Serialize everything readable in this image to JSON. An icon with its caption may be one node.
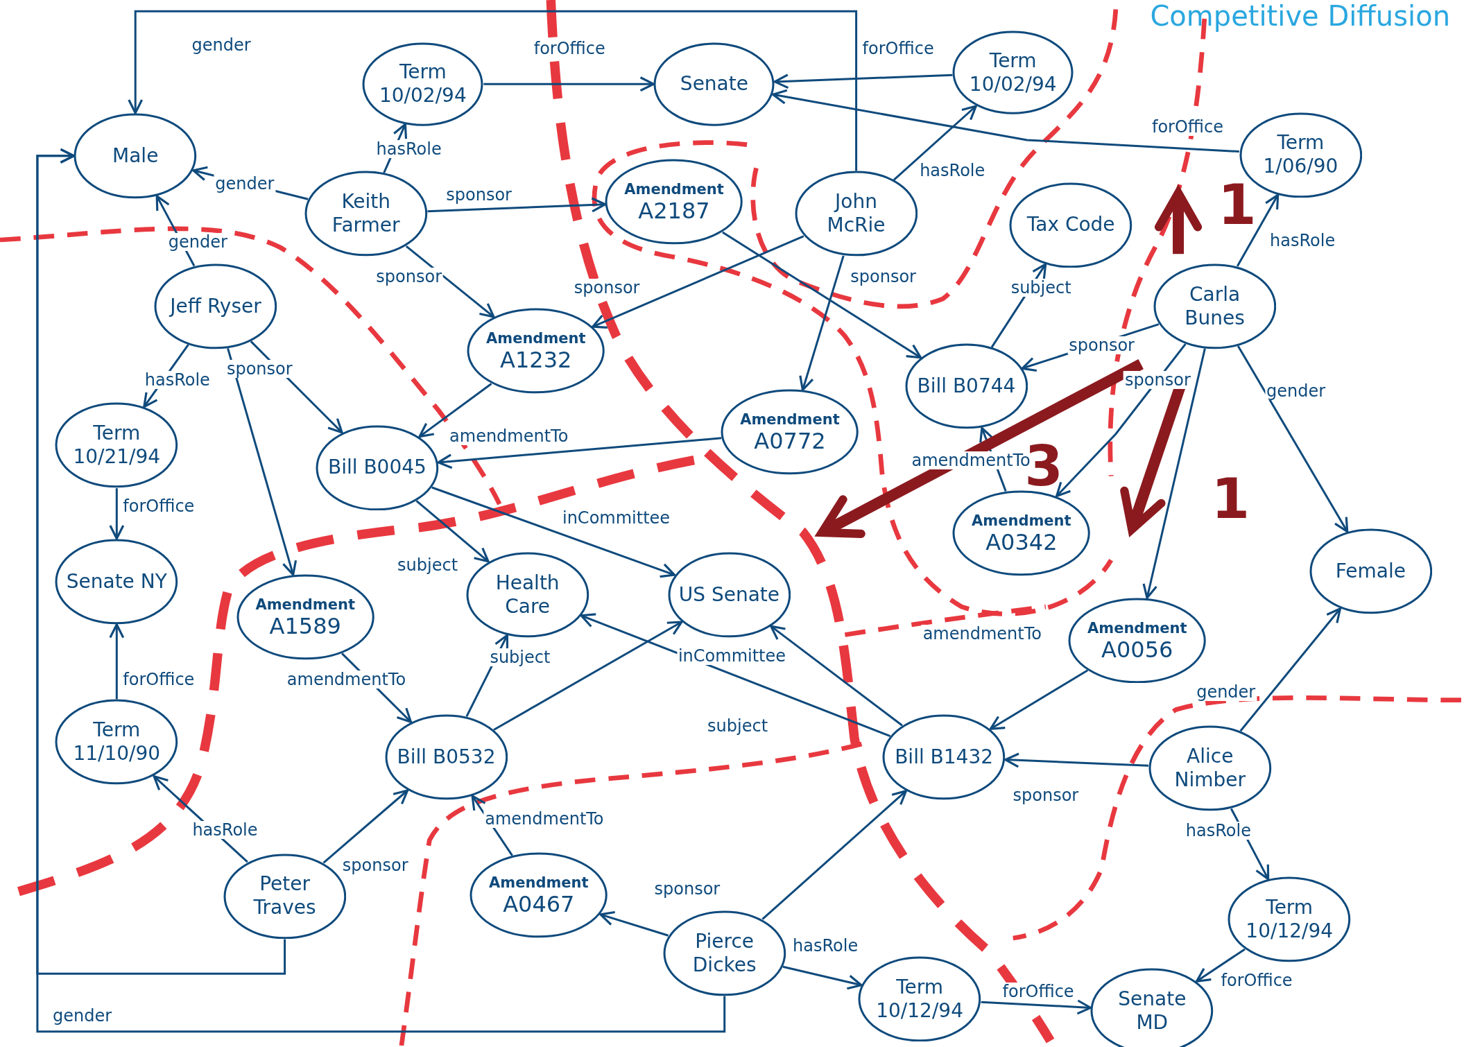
{
  "diagram": {
    "title": "Competitive Diffusion",
    "nodes": [
      {
        "text": [
          "Male"
        ]
      },
      {
        "text": [
          "Term 10/02/94"
        ]
      },
      {
        "text": [
          "Senate"
        ]
      },
      {
        "text": [
          "Term 10/02/94"
        ]
      },
      {
        "text": [
          "Term 1/06/90"
        ]
      },
      {
        "text": [
          "Keith Farmer"
        ]
      },
      {
        "text": [
          "Amendment",
          "A2187"
        ]
      },
      {
        "text": [
          "John McRie"
        ]
      },
      {
        "text": [
          "Tax Code"
        ]
      },
      {
        "text": [
          "Jeff Ryser"
        ]
      },
      {
        "text": [
          "Carla Bunes"
        ]
      },
      {
        "text": [
          "Amendment",
          "A1232"
        ]
      },
      {
        "text": [
          "Bill B0744"
        ]
      },
      {
        "text": [
          "Term 10/21/94"
        ]
      },
      {
        "text": [
          "Bill B0045"
        ]
      },
      {
        "text": [
          "Amendment",
          "A0772"
        ]
      },
      {
        "text": [
          "Amendment",
          "A0342"
        ]
      },
      {
        "text": [
          "Senate NY"
        ]
      },
      {
        "text": [
          "Amendment",
          "A1589"
        ]
      },
      {
        "text": [
          "Health Care"
        ]
      },
      {
        "text": [
          "US Senate"
        ]
      },
      {
        "text": [
          "Amendment",
          "A0056"
        ]
      },
      {
        "text": [
          "Female"
        ]
      },
      {
        "text": [
          "Term 11/10/90"
        ]
      },
      {
        "text": [
          "Bill B0532"
        ]
      },
      {
        "text": [
          "Bill B1432"
        ]
      },
      {
        "text": [
          "Alice Nimber"
        ]
      },
      {
        "text": [
          "Peter Traves"
        ]
      },
      {
        "text": [
          "Amendment",
          "A0467"
        ]
      },
      {
        "text": [
          "Pierce Dickes"
        ]
      },
      {
        "text": [
          "Term 10/12/94"
        ]
      },
      {
        "text": [
          "Senate MD"
        ]
      },
      {
        "text": [
          "Term 10/12/94"
        ]
      }
    ],
    "edges": [
      {
        "from": 7,
        "to": 0,
        "arrow": "to",
        "label": "gender"
      },
      {
        "from": 5,
        "to": 1,
        "arrow": "to",
        "label": "hasRole"
      },
      {
        "from": 5,
        "to": 0,
        "arrow": "to",
        "label": "gender"
      },
      {
        "from": 5,
        "to": 6,
        "arrow": "to",
        "label": "sponsor"
      },
      {
        "from": 5,
        "to": 11,
        "arrow": "to",
        "label": "sponsor"
      },
      {
        "from": 9,
        "to": 0,
        "arrow": "to",
        "label": "gender"
      },
      {
        "from": 9,
        "to": 13,
        "arrow": "to",
        "label": "hasRole"
      },
      {
        "from": 9,
        "to": 14,
        "arrow": "to",
        "label": "sponsor"
      },
      {
        "from": 9,
        "to": 18,
        "arrow": "to"
      },
      {
        "from": 7,
        "to": 11,
        "arrow": "to",
        "label": "sponsor"
      },
      {
        "from": 7,
        "to": 15,
        "arrow": "to",
        "label": "sponsor"
      },
      {
        "from": 7,
        "to": 3,
        "arrow": "to",
        "label": "hasRole"
      },
      {
        "from": 6,
        "to": 12,
        "arrow": "to"
      },
      {
        "from": 11,
        "to": 14,
        "arrow": "to"
      },
      {
        "from": 15,
        "to": 14,
        "arrow": "to",
        "label": "amendmentTo"
      },
      {
        "from": 14,
        "to": 19,
        "arrow": "to",
        "label": "subject"
      },
      {
        "from": 14,
        "to": 20,
        "arrow": "to",
        "label": "inCommittee"
      },
      {
        "from": 13,
        "to": 17,
        "arrow": "to",
        "label": "forOffice"
      },
      {
        "from": 23,
        "to": 17,
        "arrow": "to",
        "label": "forOffice"
      },
      {
        "from": 18,
        "to": 24,
        "arrow": "to",
        "label": "amendmentTo"
      },
      {
        "from": 24,
        "to": 19,
        "arrow": "to",
        "label": "subject"
      },
      {
        "from": 24,
        "to": 20,
        "arrow": "to"
      },
      {
        "from": 25,
        "to": 19,
        "arrow": "to",
        "label": "subject"
      },
      {
        "from": 25,
        "to": 20,
        "arrow": "to",
        "label": "inCommittee"
      },
      {
        "from": 21,
        "to": 25,
        "arrow": "to",
        "label": "amendmentTo"
      },
      {
        "from": 26,
        "to": 25,
        "arrow": "to",
        "label": "sponsor"
      },
      {
        "from": 26,
        "to": 22,
        "arrow": "to",
        "label": "gender"
      },
      {
        "from": 26,
        "to": 32,
        "arrow": "to",
        "label": "hasRole"
      },
      {
        "from": 32,
        "to": 31,
        "arrow": "to",
        "label": "forOffice"
      },
      {
        "from": 27,
        "to": 23,
        "arrow": "to",
        "label": "hasRole"
      },
      {
        "from": 27,
        "to": 24,
        "arrow": "to",
        "label": "sponsor"
      },
      {
        "from": 27,
        "to": 0,
        "arrow": "to"
      },
      {
        "from": 29,
        "to": 0,
        "arrow": "to",
        "label": "gender"
      },
      {
        "from": 28,
        "to": 24,
        "arrow": "to",
        "label": "amendmentTo"
      },
      {
        "from": 29,
        "to": 28,
        "arrow": "to",
        "label": "sponsor"
      },
      {
        "from": 29,
        "to": 25,
        "arrow": "to"
      },
      {
        "from": 29,
        "to": 30,
        "arrow": "to",
        "label": "hasRole"
      },
      {
        "from": 30,
        "to": 31,
        "arrow": "to",
        "label": "forOffice"
      },
      {
        "from": 10,
        "to": 12,
        "arrow": "to",
        "label": "sponsor"
      },
      {
        "from": 10,
        "to": 16,
        "arrow": "to",
        "label": "sponsor"
      },
      {
        "from": 10,
        "to": 21,
        "arrow": "to"
      },
      {
        "from": 10,
        "to": 22,
        "arrow": "to",
        "label": "gender"
      },
      {
        "from": 10,
        "to": 4,
        "arrow": "to",
        "label": "hasRole"
      },
      {
        "from": 12,
        "to": 8,
        "arrow": "to",
        "label": "subject"
      },
      {
        "from": 16,
        "to": 12,
        "arrow": "to",
        "label": "amendmentTo"
      },
      {
        "from": 4,
        "to": 2,
        "arrow": "to",
        "label": "forOffice"
      },
      {
        "from": 3,
        "to": 2,
        "arrow": "to",
        "label": "forOffice"
      },
      {
        "from": 1,
        "to": 2,
        "arrow": "to",
        "label": "forOffice"
      }
    ],
    "labels": [
      "1",
      "3",
      "1"
    ]
  }
}
